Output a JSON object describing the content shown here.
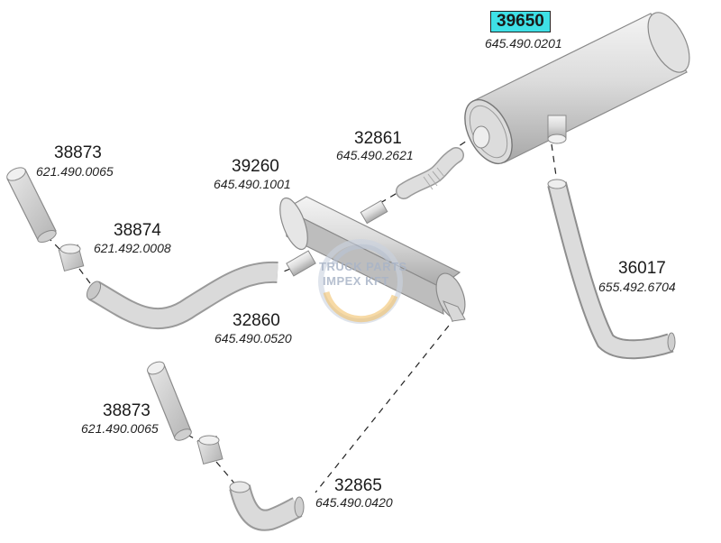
{
  "parts": [
    {
      "id": "39650",
      "code": "645.490.0201",
      "highlighted": true
    },
    {
      "id": "32861",
      "code": "645.490.2621"
    },
    {
      "id": "38873",
      "code": "621.490.0065"
    },
    {
      "id": "39260",
      "code": "645.490.1001"
    },
    {
      "id": "38874",
      "code": "621.492.0008"
    },
    {
      "id": "36017",
      "code": "655.492.6704"
    },
    {
      "id": "32860",
      "code": "645.490.0520"
    },
    {
      "id": "38873",
      "code": "621.490.0065"
    },
    {
      "id": "32865",
      "code": "645.490.0420"
    }
  ],
  "watermark": {
    "line1": "TRUCK PARTS",
    "line2": "IMPEX KFT"
  },
  "colors": {
    "highlight": "#3ee0e6",
    "part_fill": "#d6d6d6",
    "part_stroke": "#8a8a8a",
    "dash": "#222222"
  }
}
